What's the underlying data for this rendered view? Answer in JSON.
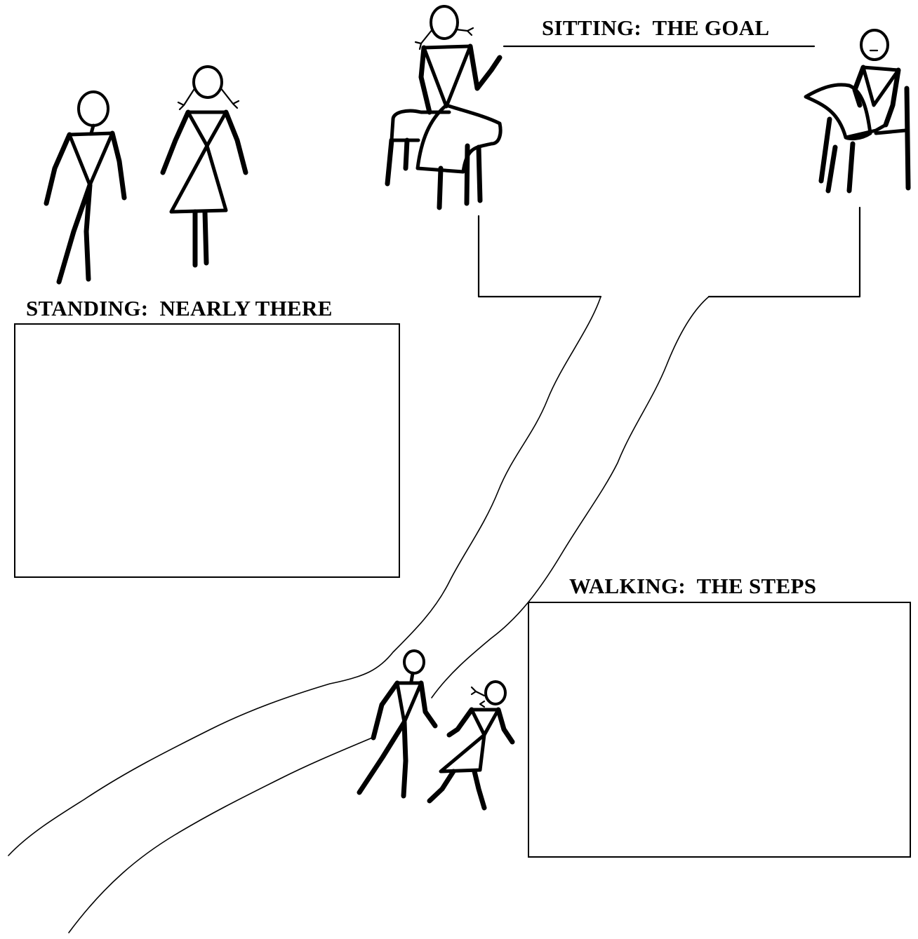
{
  "sections": {
    "goal": {
      "title": "SITTING:  THE GOAL"
    },
    "standing": {
      "title": "STANDING:  NEARLY THERE",
      "box_text": ""
    },
    "walking": {
      "title": "WALKING:  THE STEPS",
      "box_text": ""
    }
  },
  "icons": {
    "sitting_woman": "seated-woman-knitting-icon",
    "sitting_man": "seated-man-reading-icon",
    "standing_man": "standing-man-icon",
    "standing_woman": "standing-woman-icon",
    "walking_man": "walking-man-icon",
    "walking_woman": "walking-woman-icon"
  },
  "colors": {
    "ink": "#000000",
    "paper": "#ffffff"
  }
}
